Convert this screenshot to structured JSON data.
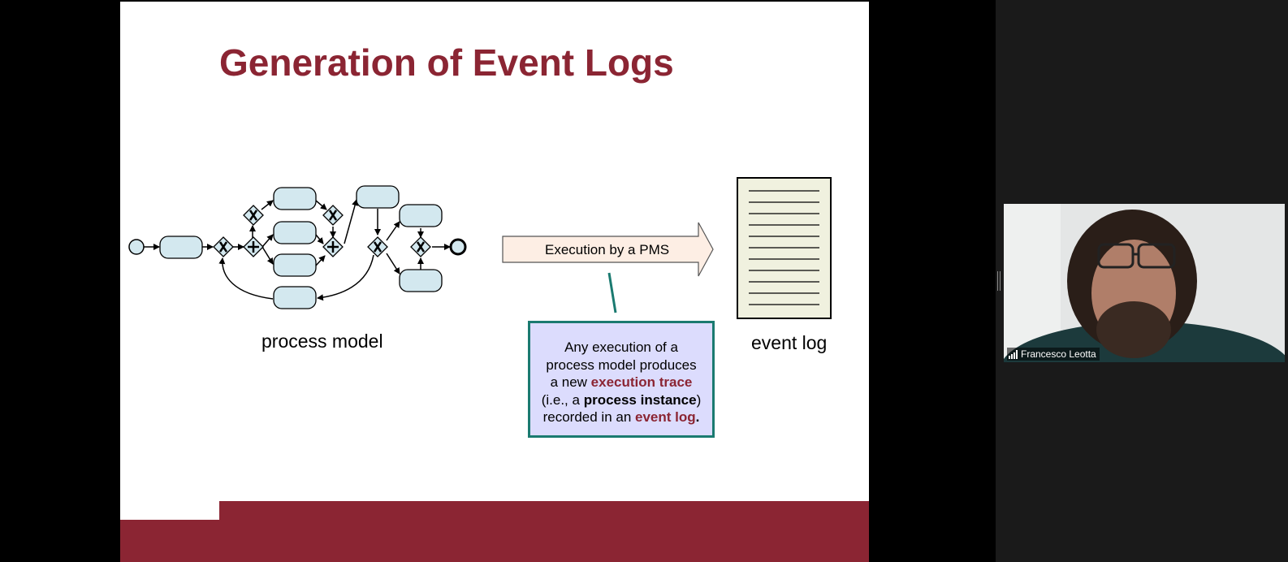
{
  "slide": {
    "title": "Generation of Event Logs",
    "process_model_label": "process model",
    "event_log_label": "event log",
    "arrow_label": "Execution by a PMS",
    "callout": {
      "line1": "Any execution of a",
      "line2": "process model produces",
      "line3_pre": "a new ",
      "line3_hl": "execution trace",
      "line4_pre": "(i.e., a ",
      "line4_bold": "process instance",
      "line4_post": ")",
      "line5_pre": "recorded in an ",
      "line5_hl": "event log",
      "line5_post": "."
    },
    "colors": {
      "title": "#8b2533",
      "footer_band": "#8b2533",
      "task_fill": "#d3e8ef",
      "arrow_fill": "#fdeee4",
      "callout_fill": "#dcdcfd",
      "callout_border": "#1a7a70",
      "log_fill": "#f0f1df"
    }
  },
  "participant": {
    "name": "Francesco Leotta",
    "signal_icon": "signal-bars-icon"
  }
}
